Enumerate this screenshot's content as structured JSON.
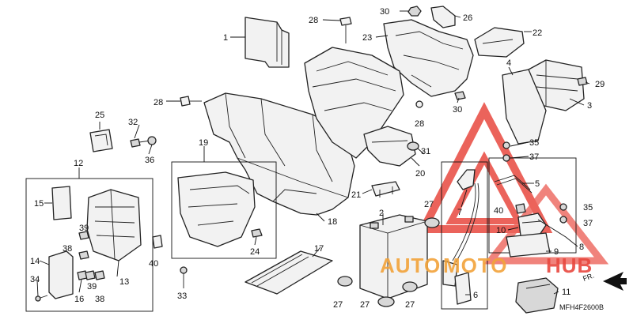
{
  "diagram_code": "MFH4F2600B",
  "direction_label": "FR.",
  "watermark": {
    "text_a": "AUTO",
    "text_b": "MOTO",
    "text_c": "HUB",
    "color_a": "#f2a33a",
    "color_b": "#e8483f"
  },
  "colors": {
    "line": "#222222",
    "part_fill": "#f2f2f2",
    "watermark_orange": "#f2a33a",
    "watermark_red": "#e8483f"
  },
  "callouts": [
    "1",
    "2",
    "3",
    "4",
    "5",
    "6",
    "7",
    "8",
    "9",
    "10",
    "11",
    "12",
    "13",
    "14",
    "15",
    "16",
    "18",
    "19",
    "20",
    "21",
    "22",
    "23",
    "24",
    "25",
    "26",
    "27",
    "28",
    "29",
    "30",
    "31",
    "32",
    "33",
    "34",
    "35",
    "36",
    "37",
    "38",
    "39",
    "40"
  ]
}
